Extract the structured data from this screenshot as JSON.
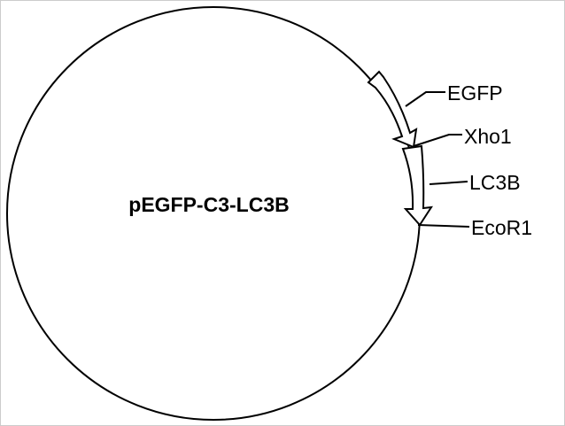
{
  "plasmid": {
    "name": "pEGFP-C3-LC3B",
    "features": [
      {
        "label": "EGFP",
        "type": "gene"
      },
      {
        "label": "Xho1",
        "type": "restriction-site"
      },
      {
        "label": "LC3B",
        "type": "gene"
      },
      {
        "label": "EcoR1",
        "type": "restriction-site"
      }
    ]
  }
}
